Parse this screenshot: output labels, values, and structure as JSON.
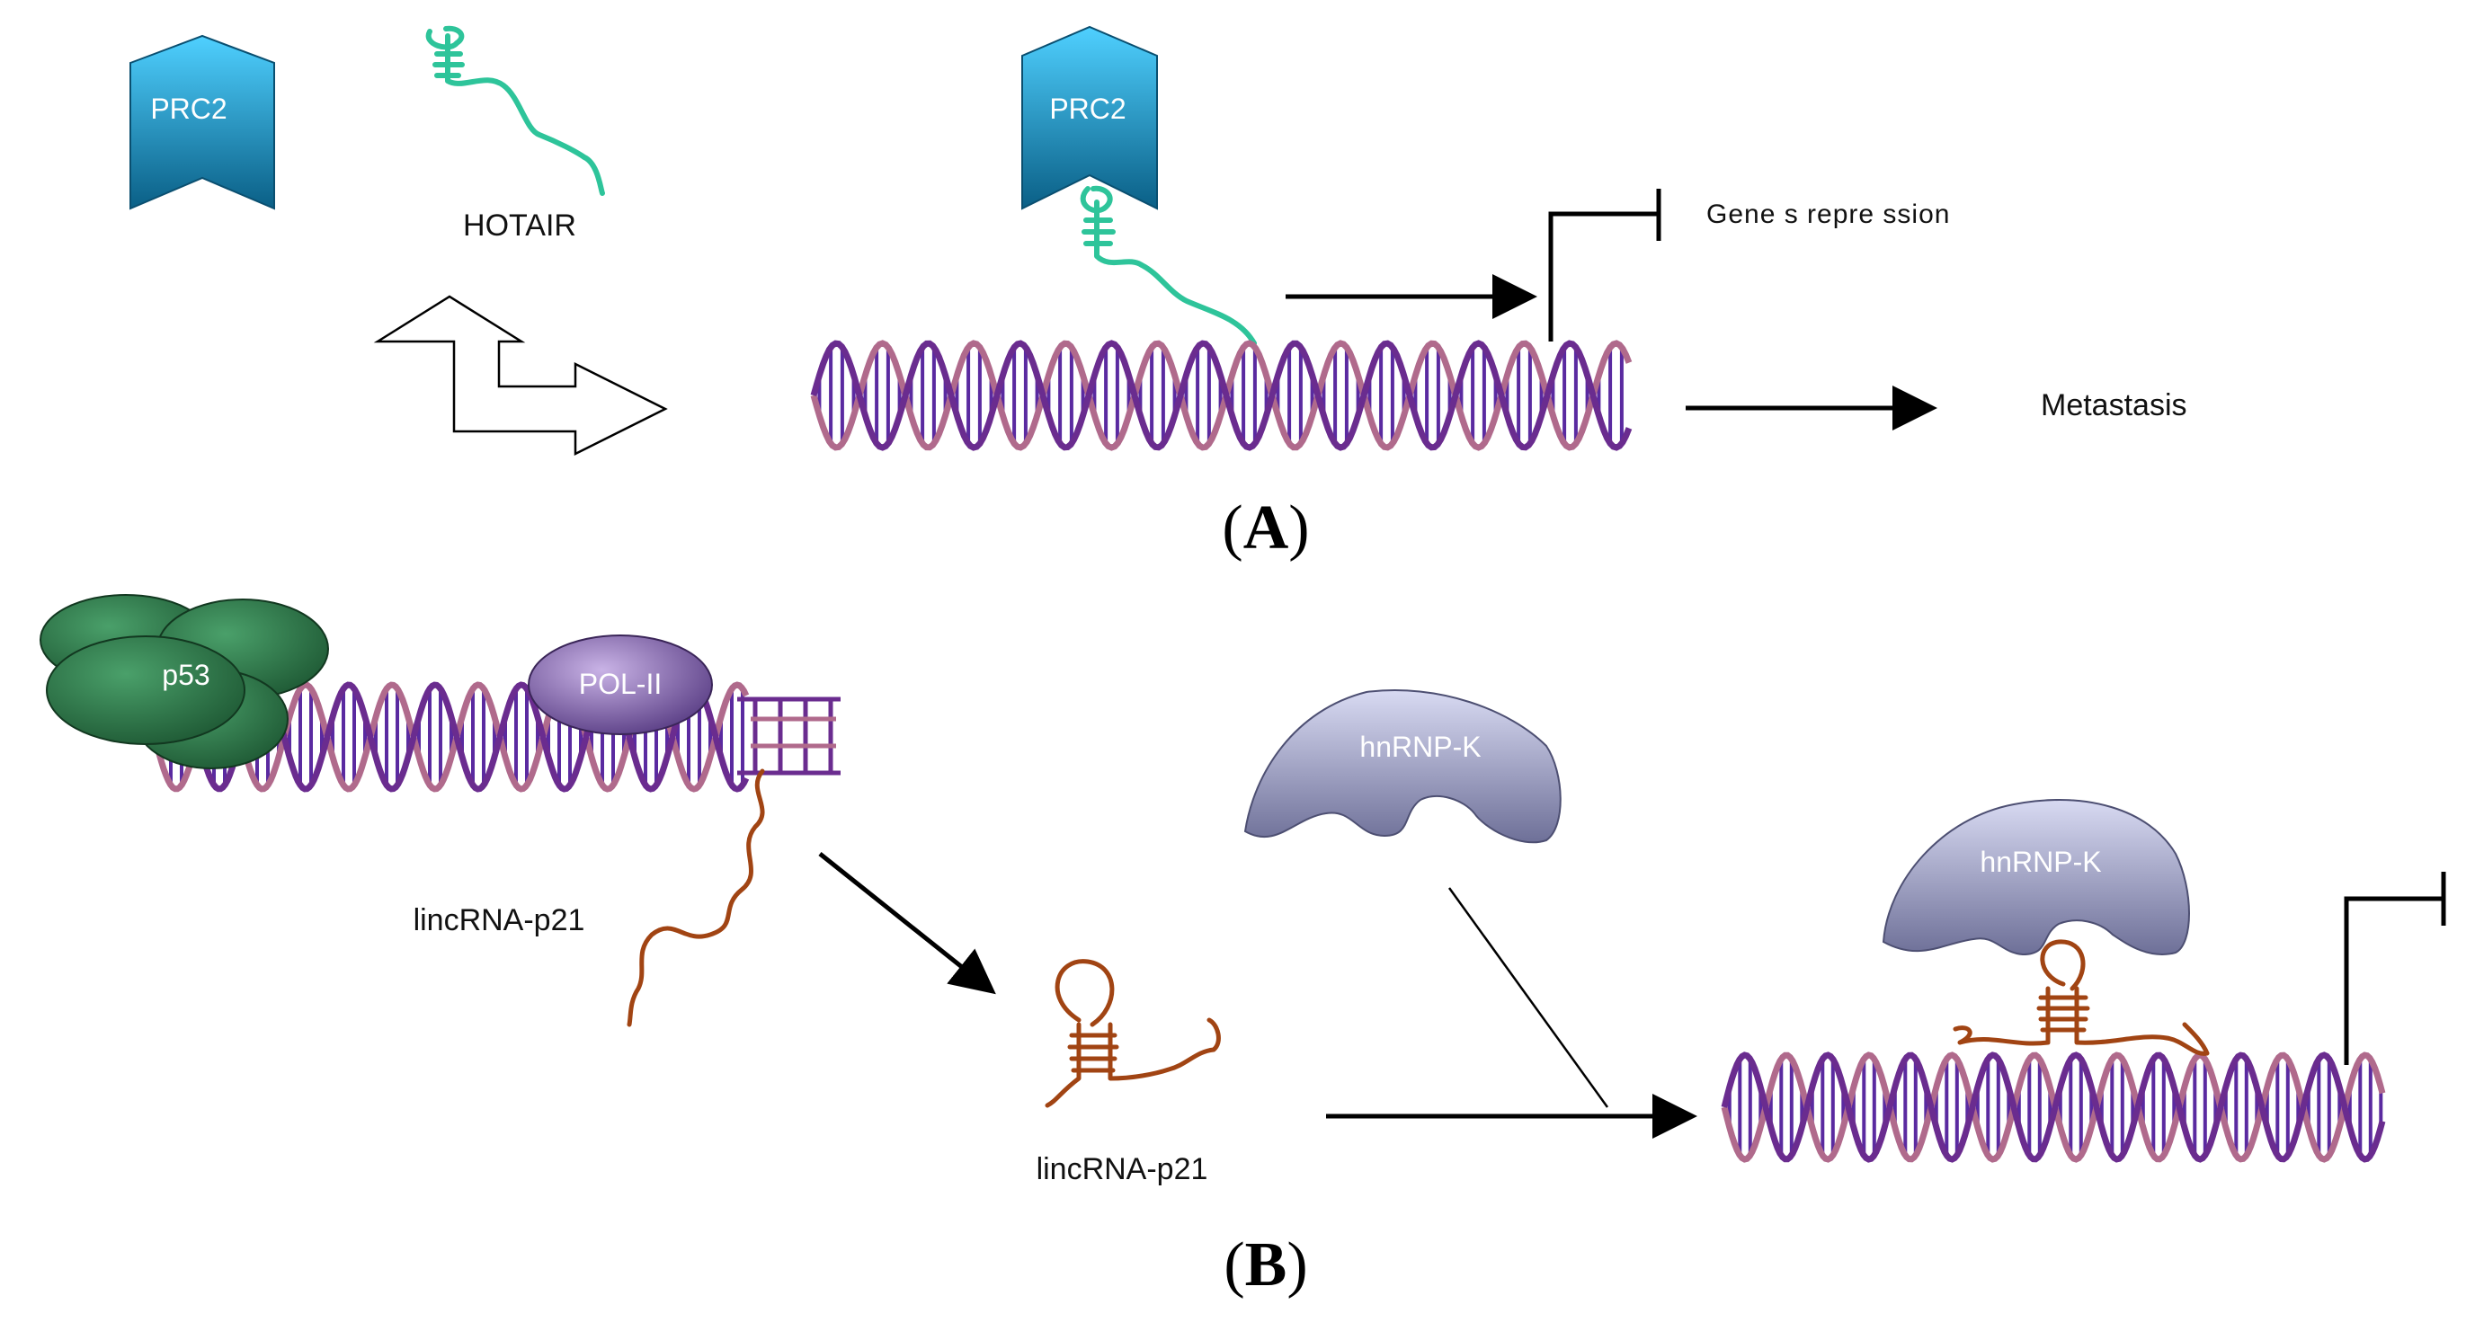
{
  "panel_a": {
    "prc2_free_label": "PRC2",
    "hotair_label": "HOTAIR",
    "prc2_bound_label": "PRC2",
    "gene_repression_label": "Gene s repre ssion",
    "metastasis_label": "Metastasis",
    "panel_open": "(",
    "panel_letter": "A",
    "panel_close": ")"
  },
  "panel_b": {
    "p53_label": "p53",
    "pol2_label": "POL-II",
    "lincrna_label_1": "lincRNA-p21",
    "hnrnpk_free_label": "hnRNP-K",
    "lincrna_label_2": "lincRNA-p21",
    "hnrnpk_bound_label": "hnRNP-K",
    "panel_open": "(",
    "panel_letter": "B",
    "panel_close": ")"
  },
  "colors": {
    "prc2": "#1aa3d6",
    "hotair": "#2ec49a",
    "p53": "#2f7a4b",
    "pol2": "#7d5aa6",
    "hnrnpk": "#9a9cc4",
    "lincrna": "#a14413",
    "dna_strand_a": "#b06a8c",
    "dna_strand_b": "#6a2c8f",
    "dna_rung": "#5a2aa0"
  }
}
